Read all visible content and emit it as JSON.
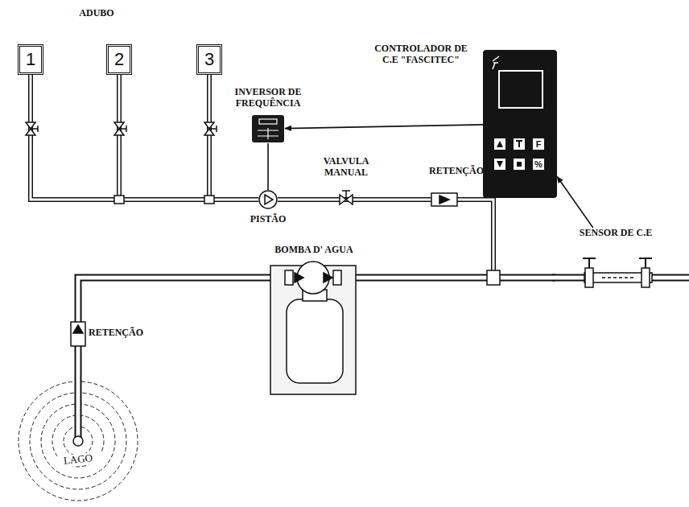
{
  "diagram": {
    "nodes": [
      {
        "text": [
          "1"
        ]
      },
      {
        "text": [
          "2"
        ]
      },
      {
        "text": [
          "3"
        ]
      },
      {
        "text": [
          "INVERSOR DE FREQUÊNCIA"
        ]
      },
      {
        "text": [
          "CONTROLADOR DE C.E \"FASCITEC\""
        ]
      },
      {
        "text": [
          "PISTÃO"
        ]
      },
      {
        "text": [
          "SENSOR DE C.E"
        ]
      },
      {
        "text": [
          "LAGO"
        ]
      }
    ],
    "edges": [
      {
        "from": 0,
        "to": 5,
        "arrow": "none"
      },
      {
        "from": 1,
        "to": 5,
        "arrow": "none"
      },
      {
        "from": 2,
        "to": 5,
        "arrow": "none"
      },
      {
        "from": 3,
        "to": 5,
        "arrow": "none"
      },
      {
        "from": 4,
        "to": 3,
        "arrow": "to"
      },
      {
        "from": 6,
        "to": 4,
        "arrow": "to"
      },
      {
        "from": 7,
        "to": 6,
        "arrow": "none"
      }
    ],
    "labels": [
      "ADUBO",
      "VALVULA MANUAL",
      "RETENÇÃO",
      "F",
      "%",
      "BOMBA D' AGUA",
      "RETENÇÃO"
    ]
  }
}
